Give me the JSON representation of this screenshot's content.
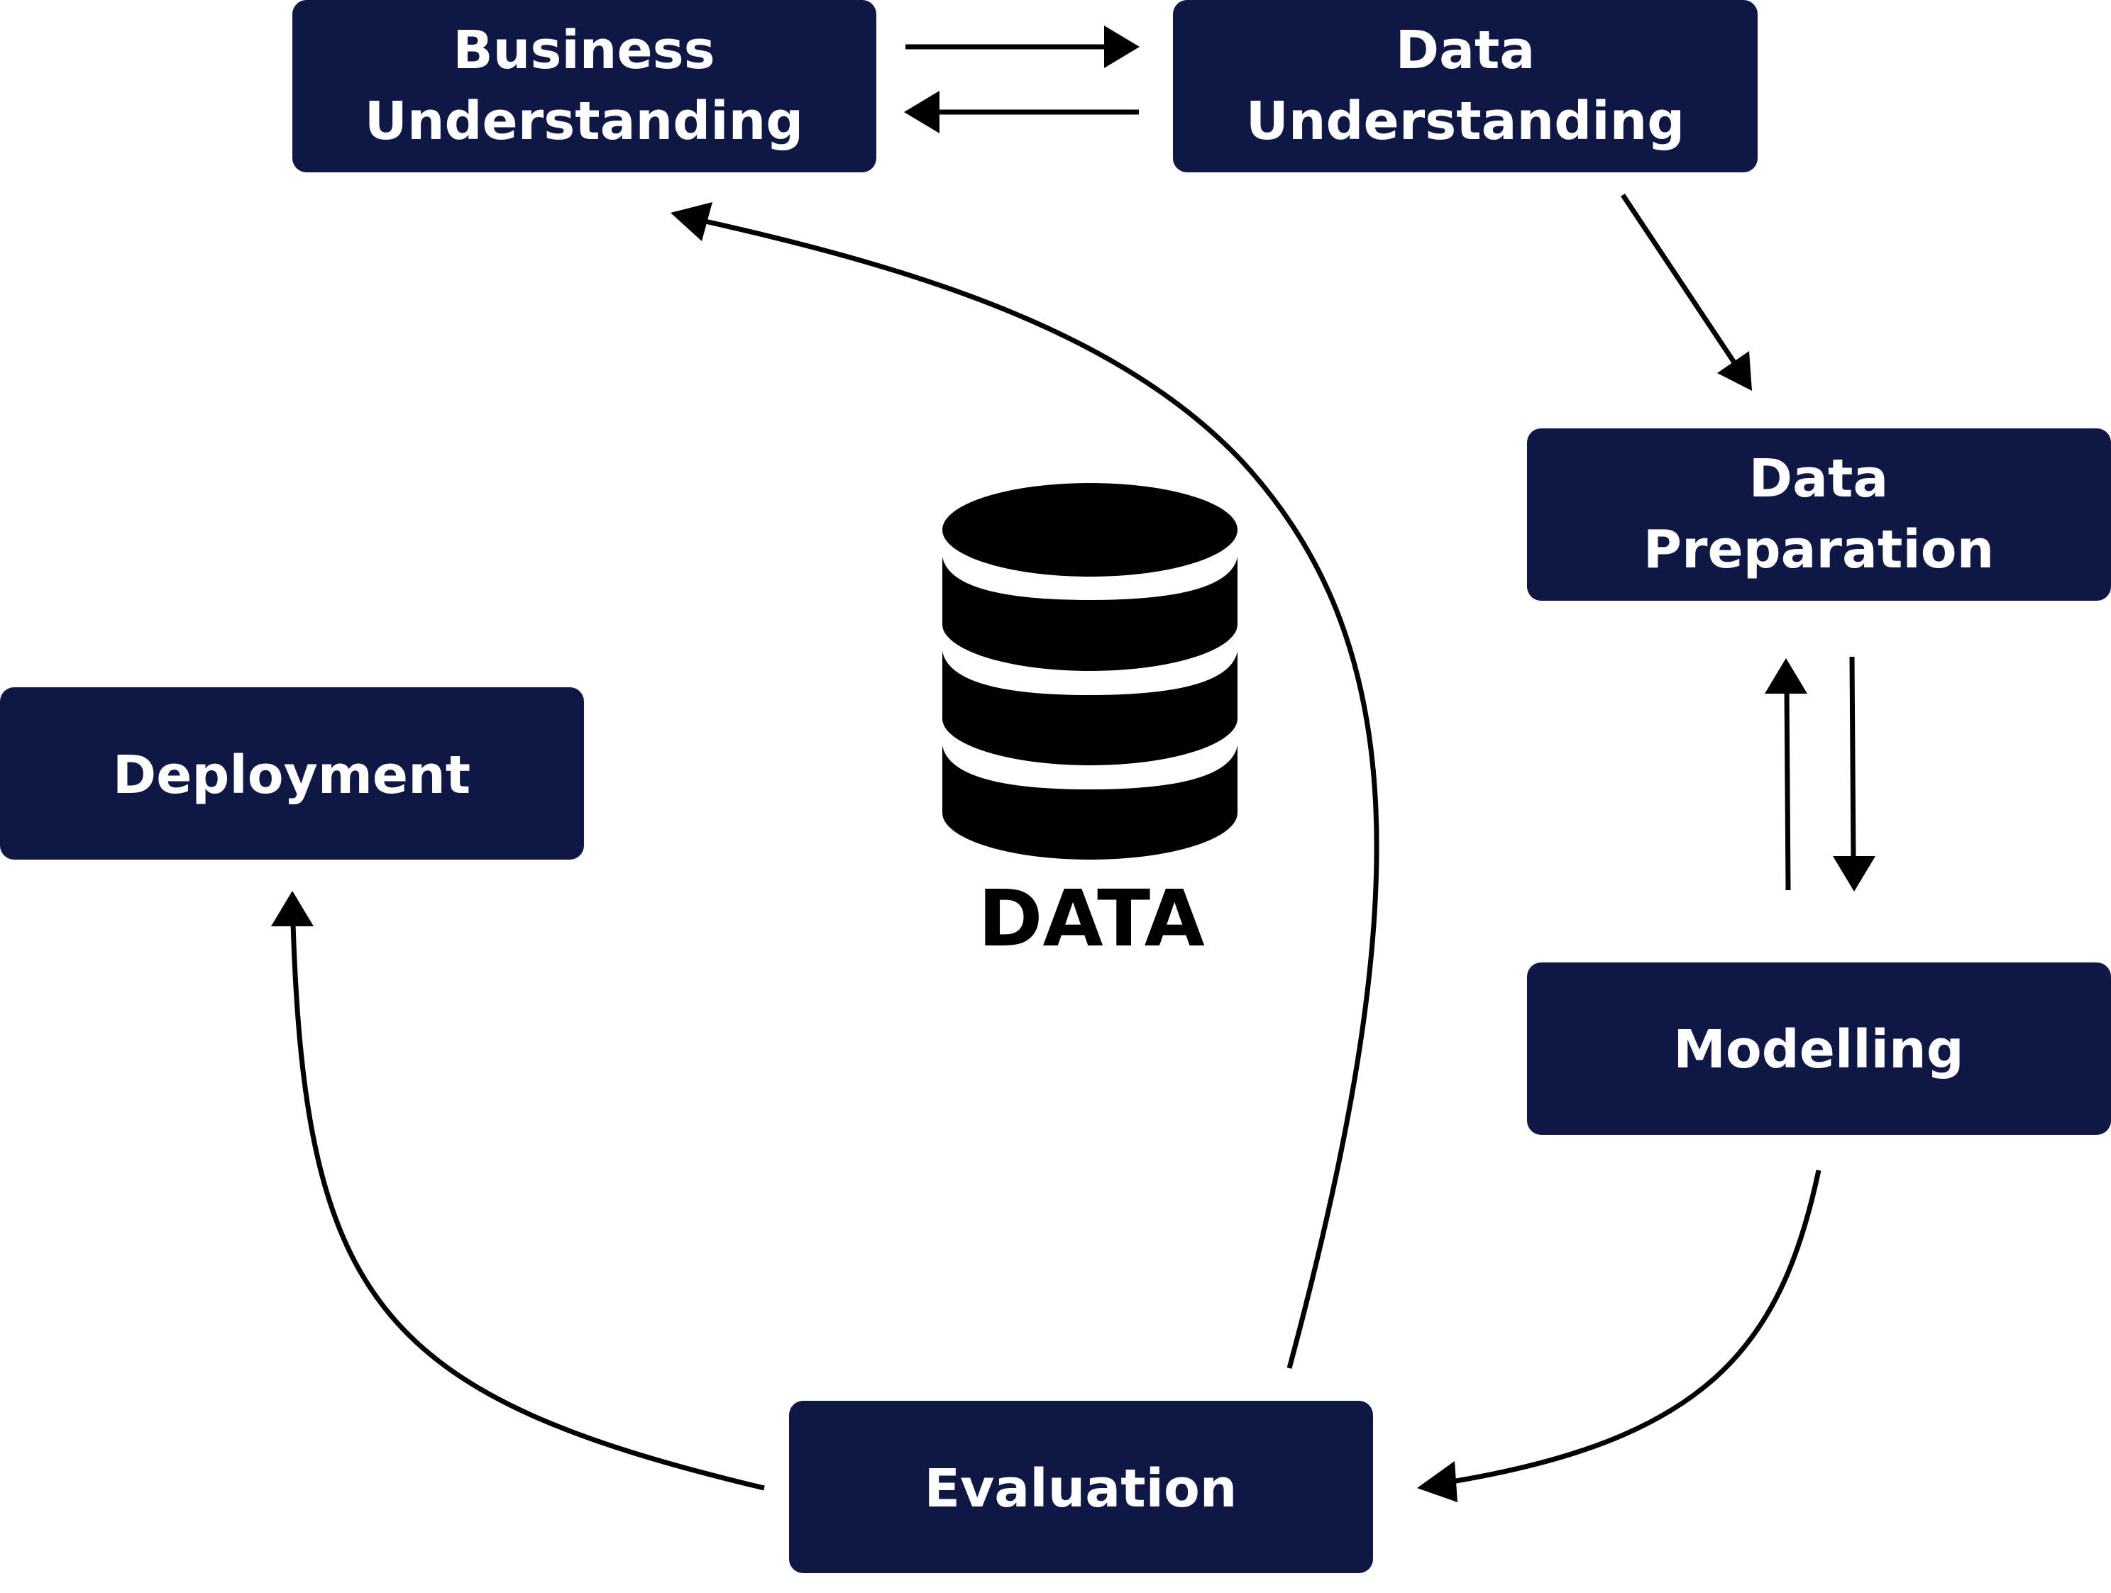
{
  "stages": {
    "business": {
      "line1": "Business",
      "line2": "Understanding"
    },
    "data_understanding": {
      "line1": "Data",
      "line2": "Understanding"
    },
    "data_preparation": {
      "line1": "Data",
      "line2": "Preparation"
    },
    "modelling": {
      "label": "Modelling"
    },
    "evaluation": {
      "label": "Evaluation"
    },
    "deployment": {
      "label": "Deployment"
    }
  },
  "center": {
    "label": "DATA",
    "icon": "database-icon"
  },
  "colors": {
    "box": "#0f1745",
    "box_text": "#ffffff",
    "arrows": "#000000"
  }
}
